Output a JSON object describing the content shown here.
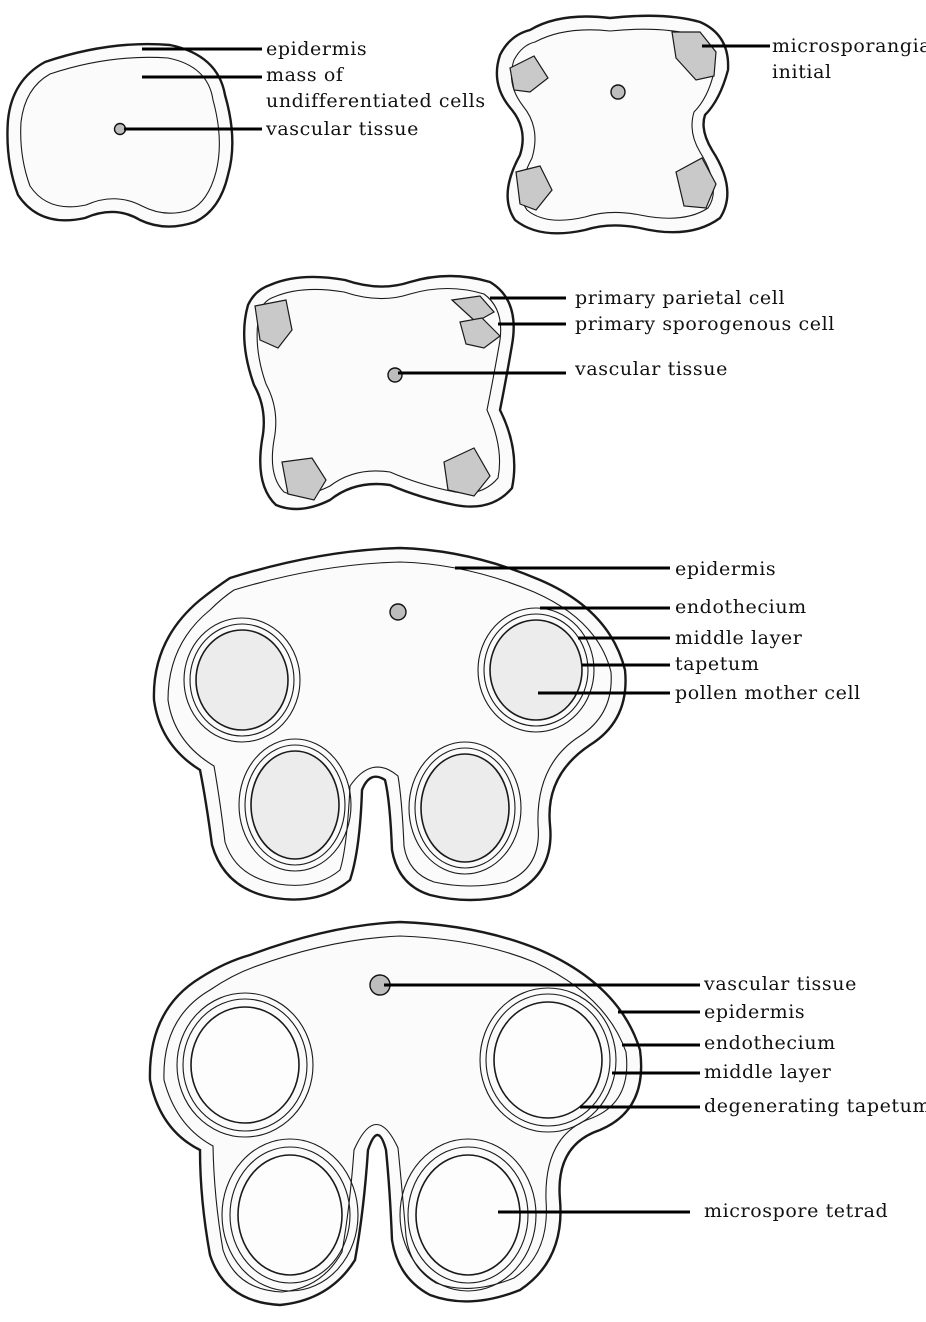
{
  "figure": {
    "stage1": {
      "labels": [
        "epidermis",
        "mass of",
        "undifferentiated cells",
        "vascular tissue"
      ]
    },
    "stage2": {
      "labels": [
        "microsporangial",
        "initial"
      ]
    },
    "stage3": {
      "labels": [
        "primary parietal cell",
        "primary sporogenous cell",
        "vascular tissue"
      ]
    },
    "stage4": {
      "labels": [
        "epidermis",
        "endothecium",
        "middle layer",
        "tapetum",
        "pollen mother cell"
      ]
    },
    "stage5": {
      "labels": [
        "vascular tissue",
        "epidermis",
        "endothecium",
        "middle layer",
        "degenerating tapetum",
        "microspore tetrad"
      ]
    }
  }
}
